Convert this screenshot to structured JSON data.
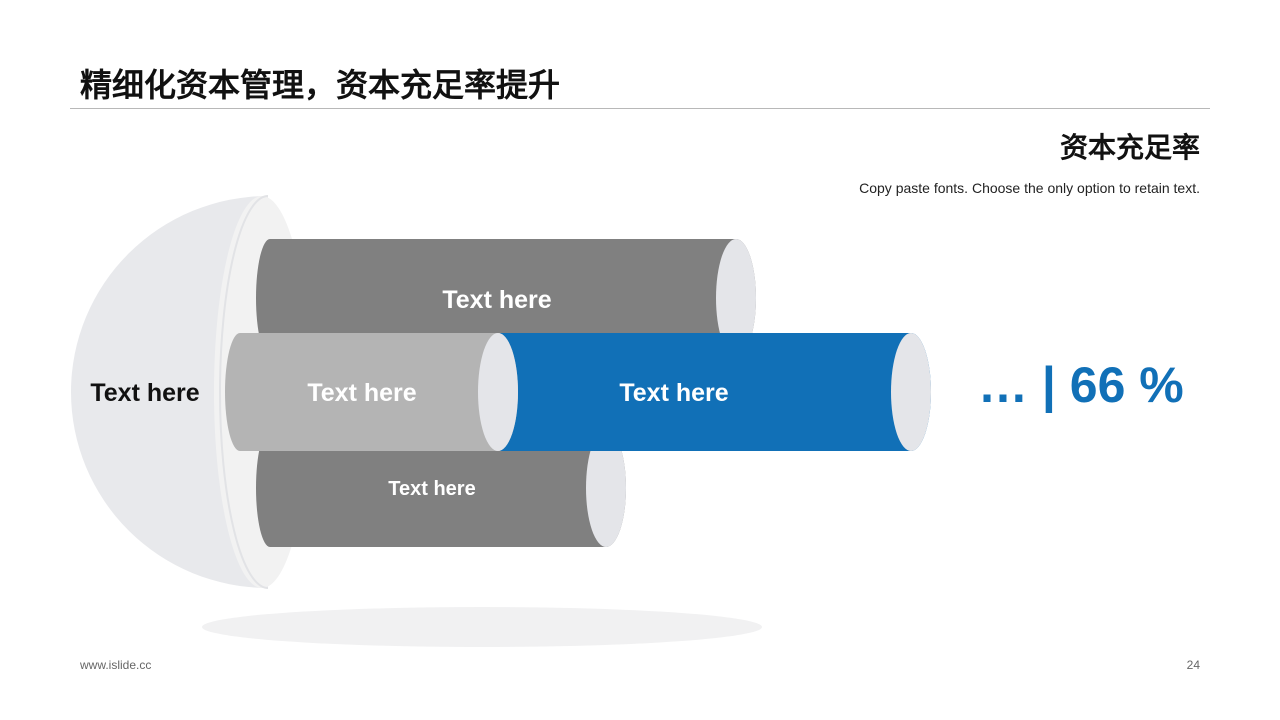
{
  "header": {
    "title": "精细化资本管理，资本充足率提升"
  },
  "panel": {
    "subtitle": "资本充足率",
    "description": "Copy paste fonts. Choose the only option to retain text.",
    "metric": "… | 66 %"
  },
  "diagram": {
    "hemisphere_label": "Text here",
    "cylinders": [
      {
        "label": "Text here"
      },
      {
        "label": "Text here"
      },
      {
        "label": "Text here"
      },
      {
        "label": "Text here"
      }
    ]
  },
  "footer": {
    "url": "www.islide.cc",
    "page_number": "24"
  },
  "colors": {
    "accent": "#1170b7",
    "dark_gray": "#808080",
    "light_gray": "#b4b4b4",
    "cap": "#e4e5e9",
    "hemisphere": "#e8e9ec",
    "hemisphere_rim": "#f2f2f2"
  }
}
